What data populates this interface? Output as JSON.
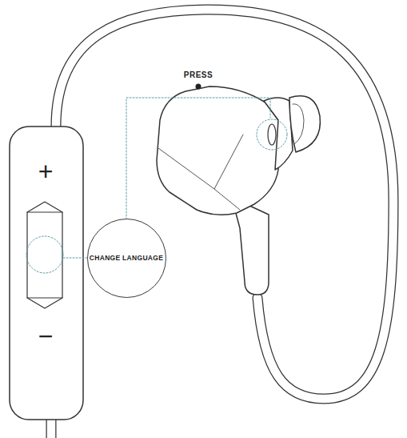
{
  "diagram": {
    "nodes": [
      {
        "text": [
          "CHANGE LANGUAGE"
        ]
      }
    ],
    "edges": [],
    "labels": [
      "PRESS",
      "+",
      "−"
    ]
  }
}
